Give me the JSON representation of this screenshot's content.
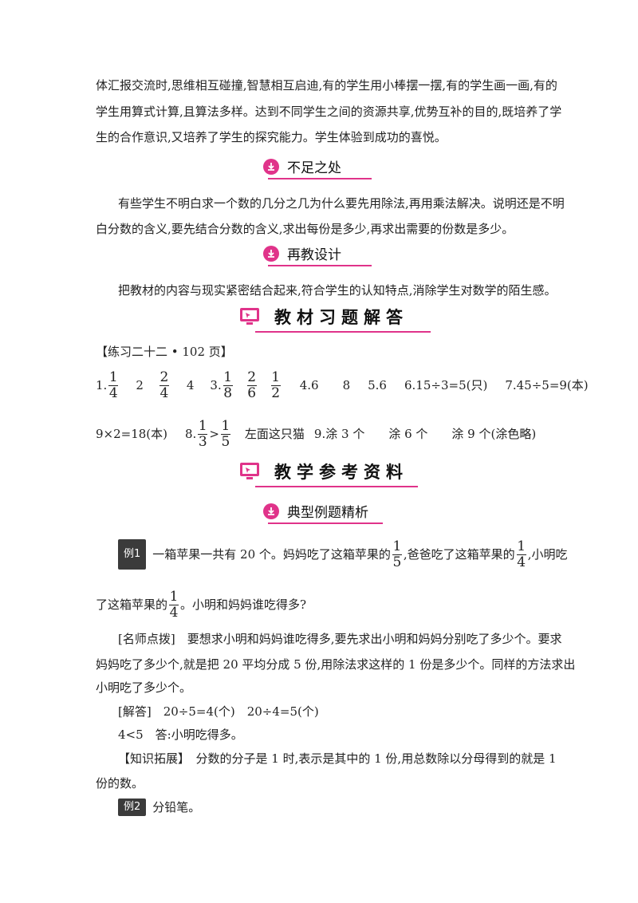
{
  "intro": {
    "line1": "体汇报交流时,思维相互碰撞,智慧相互启迪,有的学生用小棒摆一摆,有的学生画一画,有的",
    "line2": "学生用算式计算,且算法多样。达到不同学生之间的资源共享,优势互补的目的,既培养了学",
    "line3": "生的合作意识,又培养了学生的探究能力。学生体验到成功的喜悦。"
  },
  "shortcomings": {
    "title": "不足之处",
    "line1": "有些学生不明白求一个数的几分之几为什么要先用除法,再用乘法解决。说明还是不明",
    "line2": "白分数的含义,要先结合分数的含义,求出每份是多少,再求出需要的份数是多少。"
  },
  "redesign": {
    "title": "再教设计",
    "line1": "把教材的内容与现实紧密结合起来,符合学生的认知特点,消除学生对数学的陌生感。"
  },
  "answers": {
    "title": "教材习题解答",
    "exercise_ref": "【练习二十二 • 102 页】",
    "item1_prefix": "1.",
    "f1_num": "1",
    "f1_den": "4",
    "t1": "2",
    "f2_num": "2",
    "f2_den": "4",
    "t2": "4",
    "item3_prefix": "3.",
    "f3_num": "1",
    "f3_den": "8",
    "f4_num": "2",
    "f4_den": "6",
    "f5_num": "1",
    "f5_den": "2",
    "item4": "4.6　　8",
    "item5": "5.6",
    "item6": "6.15÷3=5(只)",
    "item7": "7.45÷5=9(本)",
    "line2_start": "9×2=18(本)",
    "item8_prefix": "8.",
    "f6_num": "1",
    "f6_den": "3",
    "gt": ">",
    "f7_num": "1",
    "f7_den": "5",
    "item8_text": "左面这只猫",
    "item9": "9.涂 3 个　　涂 6 个　　涂 9 个(涂色略)"
  },
  "reference": {
    "title": "教学参考资料",
    "subtitle": "典型例题精析"
  },
  "example1": {
    "tag": "例1",
    "text_a": "一箱苹果一共有 20 个。妈妈吃了这箱苹果的",
    "fa_num": "1",
    "fa_den": "5",
    "text_b": ",爸爸吃了这箱苹果的",
    "fb_num": "1",
    "fb_den": "4",
    "text_c": ",小明吃",
    "text_d": "了这箱苹果的",
    "fc_num": "1",
    "fc_den": "4",
    "text_e": "。小明和妈妈谁吃得多?",
    "tip1": "[名师点拨]　要想求小明和妈妈谁吃得多,要先求出小明和妈妈分别吃了多少个。要求",
    "tip2": "妈妈吃了多少个,就是把 20 平均分成 5 份,用除法求这样的 1 份是多少个。同样的方法求出",
    "tip3": "小明吃了多少个。",
    "solution": "[解答]　20÷5=4(个)　20÷4=5(个)",
    "answer": "4<5　答:小明吃得多。",
    "ext1": "【知识拓展】　分数的分子是 1 时,表示是其中的 1 份,用总数除以分母得到的就是 1",
    "ext2": "份的数。"
  },
  "example2": {
    "tag": "例2",
    "text": "分铅笔。"
  },
  "colors": {
    "accent": "#e0338a",
    "tag_bg": "#3b3b3b"
  }
}
